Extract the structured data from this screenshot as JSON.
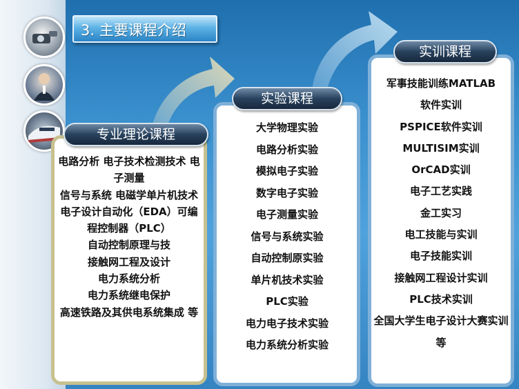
{
  "title": "3. 主要课程介绍",
  "theory": {
    "label": "专业理论课程",
    "items": [
      "电路分析 电子技术检测技术 电子测量",
      "信号与系统 电磁学单片机技术",
      "电子设计自动化（EDA）可编程控制器（PLC）",
      "自动控制原理与技",
      "接触网工程及设计",
      "电力系统分析",
      "电力系统继电保护",
      "高速铁路及其供电系统集成 等"
    ]
  },
  "experiment": {
    "label": "实验课程",
    "items": [
      "大学物理实验",
      "电路分析实验",
      "模拟电子实验",
      "数字电子实验",
      "电子测量实验",
      "信号与系统实验",
      "自动控制原实验",
      "单片机技术实验",
      "PLC实验",
      "电力电子技术实验",
      "电力系统分析实验"
    ]
  },
  "training": {
    "label": "实训课程",
    "items": [
      "军事技能训练MATLAB",
      "软件实训",
      "PSPICE软件实训",
      "MULTISIM实训",
      "OrCAD实训",
      "电子工艺实践",
      "金工实习",
      "电工技能与实训",
      "电子技能实训",
      "接触网工程设计实训",
      "PLC技术实训",
      "全国大学生电子设计大赛实训 等"
    ]
  },
  "colors": {
    "theory_border": "#c7c18f",
    "panel_border": "#7fb0d8",
    "pill_dark": "#28425e",
    "arrow": "#c8c6a8"
  }
}
